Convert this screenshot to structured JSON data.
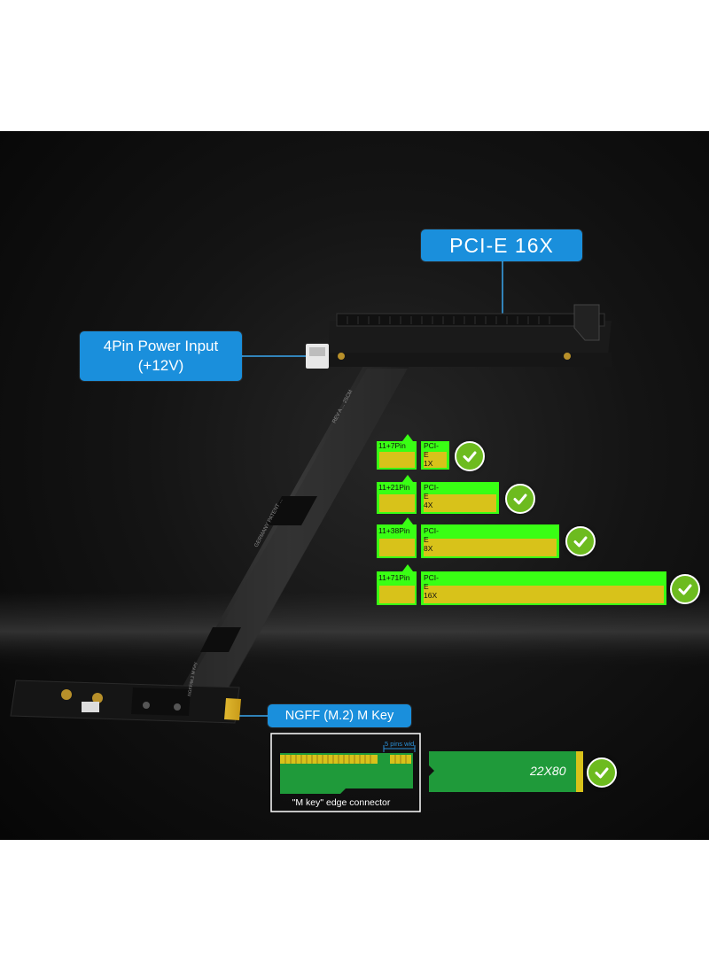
{
  "labels": {
    "pcie": "PCI-E  16X",
    "power_line1": "4Pin Power Input",
    "power_line2": "(+12V)",
    "ngff": "NGFF  (M.2) M  Key"
  },
  "slots": [
    {
      "pins": "11+7Pin",
      "name": "PCI-E 1X"
    },
    {
      "pins": "11+21Pin",
      "name": "PCI-E 4X"
    },
    {
      "pins": "11+38Pin",
      "name": "PCI-E 8X"
    },
    {
      "pins": "11+71Pin",
      "name": "PCI-E 16X"
    }
  ],
  "m2": {
    "caption": "\"M key\" edge connector",
    "pins_note": "5 pins wid",
    "size": "22X80"
  },
  "colors": {
    "label_blue": "#1a8fdc",
    "slot_green": "#39ff14",
    "pin_yellow": "#d8c21a",
    "check_green": "#6dbb1f",
    "board_green": "#1f9a3a"
  },
  "icons": [
    "check-icon"
  ]
}
